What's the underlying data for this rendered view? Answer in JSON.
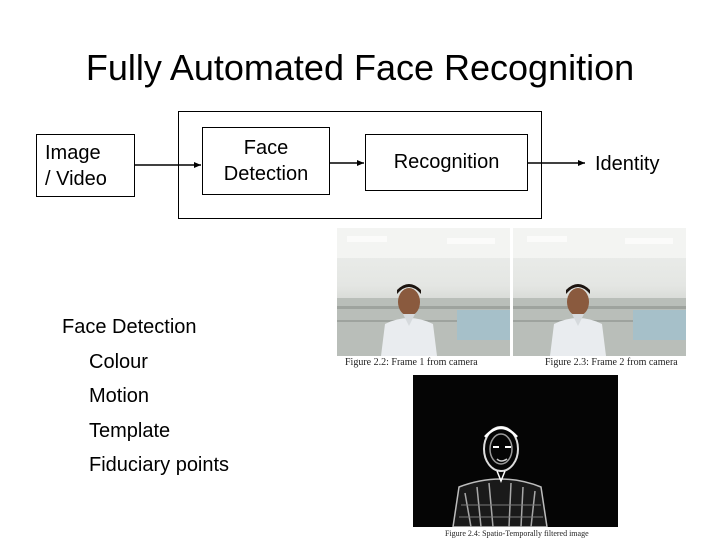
{
  "title": "Fully Automated Face Recognition",
  "pipeline": {
    "input_label": "Image\n/ Video",
    "detection_label": "Face\nDetection",
    "recognition_label": "Recognition",
    "output_label": "Identity"
  },
  "methods": {
    "heading": "Face Detection",
    "items": [
      "Colour",
      "Motion",
      "Template",
      "Fiduciary points"
    ]
  },
  "figures": {
    "frame1_caption": "Figure 2.2: Frame 1 from camera",
    "frame2_caption": "Figure 2.3: Frame 2 from camera",
    "filtered_caption": "Figure 2.4: Spatio-Temporally filtered image"
  },
  "colors": {
    "line": "#000000",
    "background": "#ffffff"
  }
}
